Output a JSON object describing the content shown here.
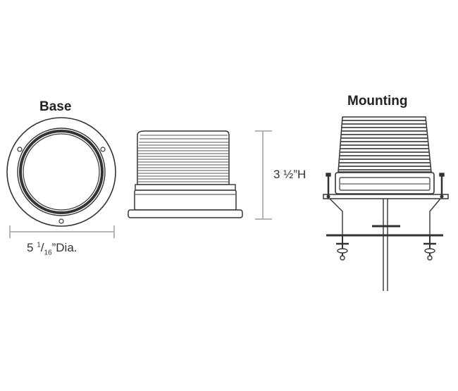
{
  "labels": {
    "base_title": "Base",
    "mounting_title": "Mounting",
    "diameter_prefix": "5 ",
    "diameter_num": "1",
    "diameter_sep": "/",
    "diameter_den": "16",
    "diameter_suffix": "”Dia.",
    "height": "3 ½”H"
  },
  "colors": {
    "line": "#333333",
    "dimension": "#b5b5b5",
    "background": "#ffffff"
  }
}
